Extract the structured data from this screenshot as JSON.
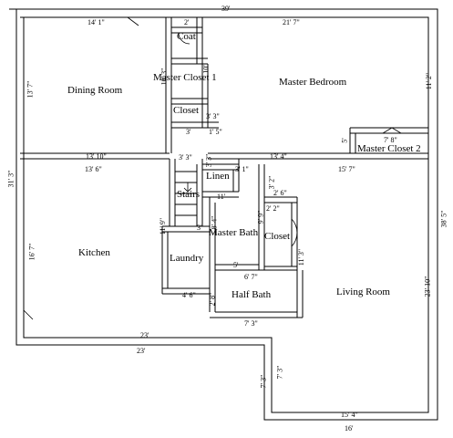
{
  "rooms": {
    "dining_room": "Dining Room",
    "master_bedroom": "Master Bedroom",
    "coat": "Coat",
    "master_closet_1": "Master Closet 1",
    "closet_upper": "Closet",
    "master_closet_2": "Master Closet 2",
    "linen": "Linen",
    "stairs": "Stairs",
    "kitchen": "Kitchen",
    "laundry": "Laundry",
    "master_bath": "Master Bath",
    "closet_lower": "Closet",
    "half_bath": "Half Bath",
    "living_room": "Living Room"
  },
  "dimensions": {
    "overall_top": "39'",
    "dining_width": "14' 1\"",
    "dining_height": "13' 7\"",
    "coat_width": "2'",
    "bedroom_width": "21' 7\"",
    "bedroom_height": "11' 2\"",
    "closet1_depth": "10' 3\"",
    "closet1_width": "10'",
    "closet_upper_w": "3'",
    "closet_upper_w2": "3' 3\"",
    "closet_small": "1' 5\"",
    "closet2_height": "5'",
    "closet2_width": "7' 8\"",
    "dining_bottom": "13' 10\"",
    "kitchen_top": "13' 6\"",
    "stairs_top": "3' 3\"",
    "stairs_side": "3' 3\"",
    "linen_w": "3' 1\"",
    "bedroom_bottom": "13' 4\"",
    "living_top": "15' 7\"",
    "overall_left": "31' 3\"",
    "kitchen_height": "16' 7\"",
    "stairs_height": "11' 9\"",
    "linen_bottom": "11'",
    "bath_closet_w": "2' 6\"",
    "bath_closet_w2": "2' 2\"",
    "bath_dim_a": "3' 2\"",
    "bath_dim_b": "9' 9\"",
    "master_bath_v": "8' 4\"",
    "bath_bottom": "5'",
    "closet_lower_h": "11' 3\"",
    "laundry_w": "4' 6\"",
    "laundry_h": "3'",
    "halfbath_top": "6' 7\"",
    "halfbath_side": "2' 8\"",
    "halfbath_bottom": "7' 3\"",
    "living_height": "23' 10\"",
    "overall_right": "38' 5\"",
    "kitchen_bottom": "23'",
    "overall_bottom_left": "23'",
    "lower_offset_a": "7' 3\"",
    "lower_offset_b": "7' 3\"",
    "living_bottom": "15' 4\"",
    "overall_bottom_right": "16'"
  }
}
